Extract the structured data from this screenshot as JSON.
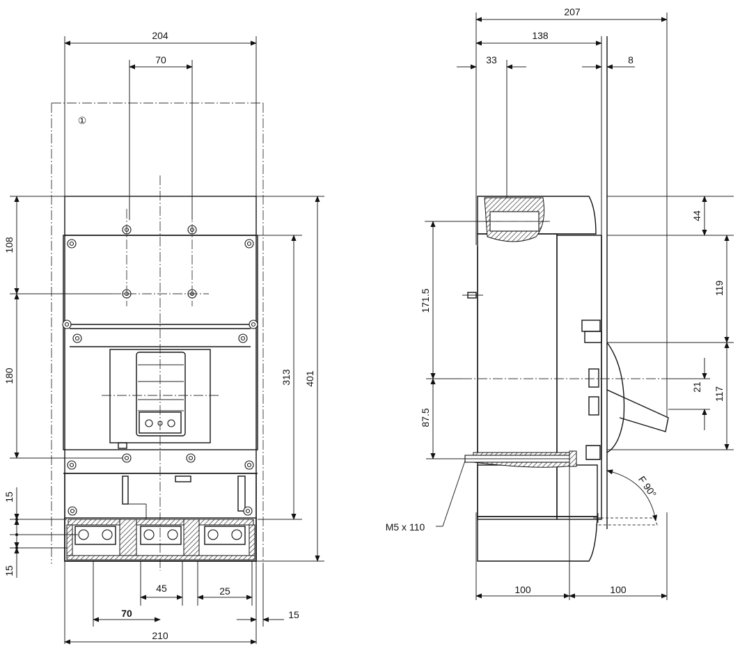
{
  "front_view": {
    "callout": "①",
    "dims": {
      "width_total_top": "204",
      "hole_spacing_top": "70",
      "height_upper_108": "108",
      "height_mid_180": "180",
      "term_pitch_upper_15": "15",
      "term_pitch_lower_15": "15",
      "height_313": "313",
      "height_401": "401",
      "term_width_45": "45",
      "term_slot_25": "25",
      "term_pitch_70": "70",
      "edge_offset_15": "15",
      "width_total_bottom": "210"
    }
  },
  "side_view": {
    "dims": {
      "depth_total": "207",
      "depth_138": "138",
      "depth_33": "33",
      "depth_8": "8",
      "height_44": "44",
      "height_119": "119",
      "height_171_5": "171.5",
      "height_21": "21",
      "height_117": "117",
      "height_87_5": "87.5",
      "clearance_left_100": "100",
      "clearance_right_100": "100"
    },
    "screw_callout": "M5 x  110",
    "handle_angle": "F  90°"
  }
}
